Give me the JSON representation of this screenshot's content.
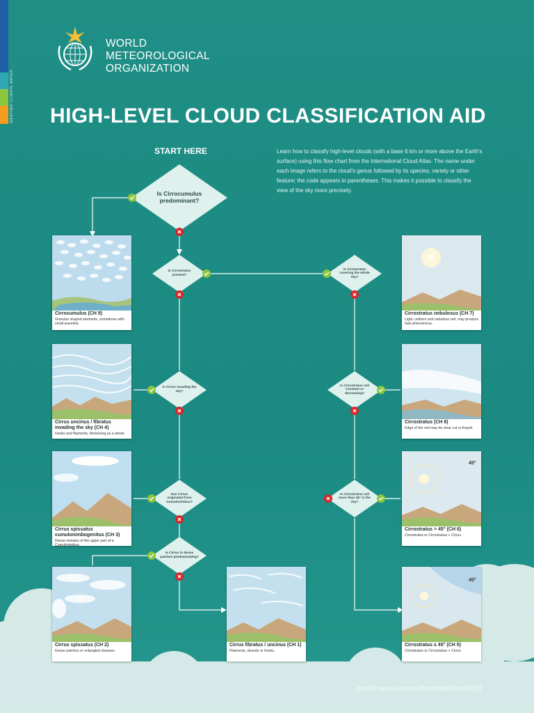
{
  "header": {
    "organization_lines": [
      "WORLD",
      "METEOROLOGICAL",
      "ORGANIZATION"
    ],
    "side_text": "WEATHER CLIMATE WATER",
    "title": "HIGH-LEVEL CLOUD CLASSIFICATION AID"
  },
  "start_label": "START HERE",
  "intro": "Learn how to classify high-level clouds (with a base 6 km or more above the Earth's surface) using this flow chart from the International Cloud Atlas. The name under each image refers to the cloud's genus followed by its species, variety or other feature; the code appears in parentheses. This makes it possible to classify the view of the sky more precisely.",
  "questions": {
    "q1": "Is Cirrocumulus predominant?",
    "q2": "Is Cirrostratus present?",
    "q3": "Is Cirrus invading the sky?",
    "q4": "Has Cirrus originated from Cumulonimbus?",
    "q5": "Is Cirrus in dense patches predominating?",
    "q6": "Is Cirrostratus covering the whole sky?",
    "q7": "Is Cirrostratus veil constant or decreasing?",
    "q8": "Is Cirrostratus veil more than 45° in the sky?"
  },
  "cards": {
    "ch9": {
      "name": "Cirrocumulus (CH 9)",
      "desc": "Granular shaped elements, sometimes with small wavelets."
    },
    "ch4": {
      "name": "Cirrus uncinus / fibratus invading the sky (CH 4)",
      "desc": "Hooks and filaments, thickening as a whole."
    },
    "ch3": {
      "name": "Cirrus spissatus cumulonimbogenitus (CH 3)",
      "desc": "Dense remains of the upper part of a Cumulonimbus."
    },
    "ch2": {
      "name": "Cirrus spissatus (CH 2)",
      "desc": "Dense patches or entangled sheaves."
    },
    "ch1": {
      "name": "Cirrus fibratus / uncinus (CH 1)",
      "desc": "Filaments, strands or hooks."
    },
    "ch7": {
      "name": "Cirrostratus nebulosus (CH 7)",
      "desc": "Light, uniform and nebulous veil, may produce halo phenomena."
    },
    "ch8": {
      "name": "Cirrostratus (CH 8)",
      "desc": "Edge of the veil may be clear cut or frayed."
    },
    "ch6": {
      "name": "Cirrostratus > 45° (CH 6)",
      "desc": "Cirrostratus or Cirrostratus + Cirrus",
      "angle": "45°"
    },
    "ch5": {
      "name": "Cirrostratus ≤ 45° (CH 5)",
      "desc": "Cirrostratus or Cirrostratus + Cirrus",
      "angle": "45°"
    }
  },
  "footer_url": "public.wmo.int/en/WorldMetDay2017",
  "colors": {
    "background": "#1f8f86",
    "yes": "#8cc63f",
    "no": "#d7262a",
    "diamond": "#dff1ed",
    "stripe_blue": "#1e5fa8",
    "stripe_teal": "#2fa8b5",
    "stripe_green": "#8cc63f",
    "stripe_orange": "#f39c1f"
  },
  "icons": {
    "yes": "check-icon",
    "no": "cross-icon"
  }
}
